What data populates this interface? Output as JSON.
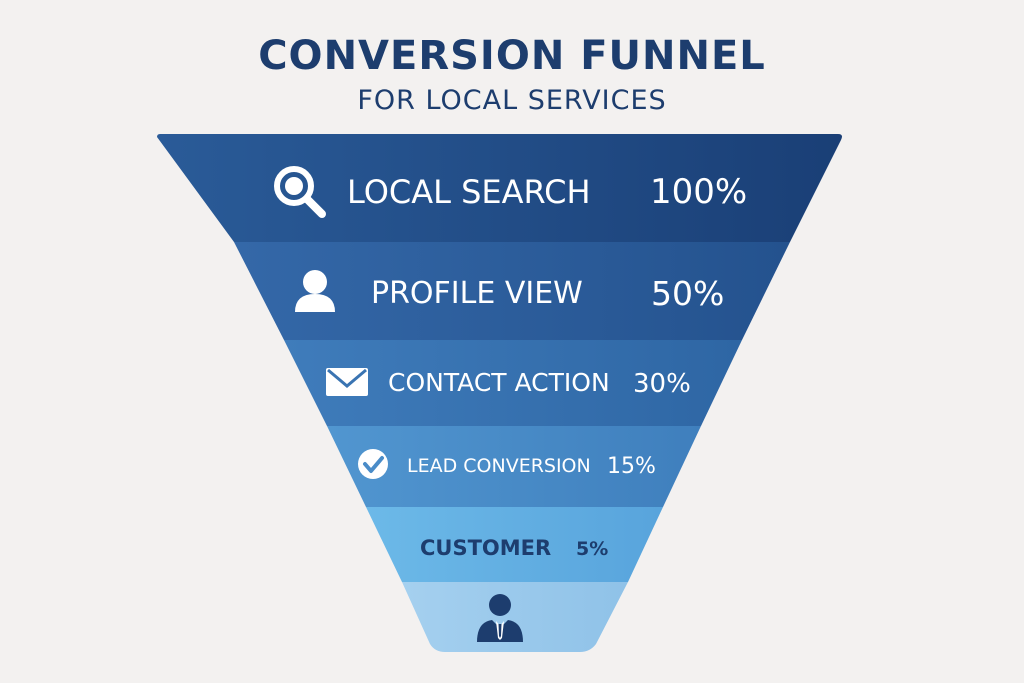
{
  "title": "CONVERSION FUNNEL",
  "subtitle": "FOR LOCAL SERVICES",
  "stages": [
    {
      "label": "LOCAL SEARCH",
      "percent": "100%",
      "icon": "search-icon"
    },
    {
      "label": "PROFILE VIEW",
      "percent": "50%",
      "icon": "user-icon"
    },
    {
      "label": "CONTACT ACTION",
      "percent": "30%",
      "icon": "envelope-icon"
    },
    {
      "label": "LEAD CONVERSION",
      "percent": "15%",
      "icon": "check-circle-icon"
    },
    {
      "label": "CUSTOMER",
      "percent": "5%",
      "icon": ""
    },
    {
      "label": "",
      "percent": "",
      "icon": "business-person-icon"
    }
  ],
  "colors": {
    "title": "#1d3d6e",
    "stage_fills": [
      "#1f4a86",
      "#295c9a",
      "#3470ae",
      "#4888c4",
      "#66b3e4",
      "#9ccbec"
    ],
    "background": "#f3f1f0"
  }
}
